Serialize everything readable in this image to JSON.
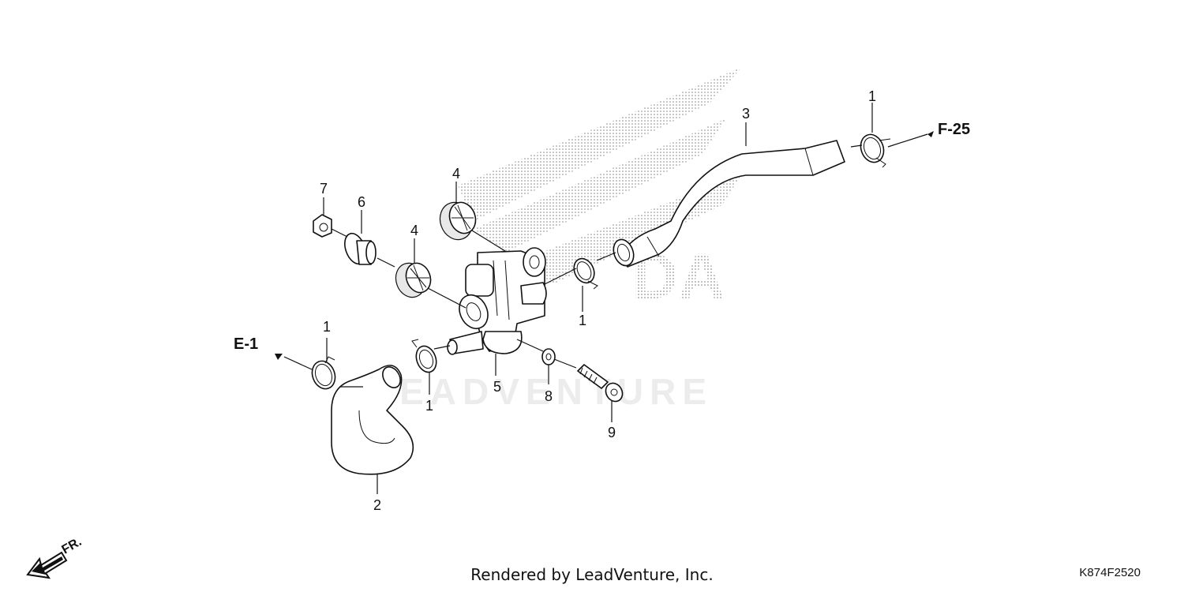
{
  "diagram": {
    "callouts": {
      "clamp_top_right": "1",
      "hose_upper": "3",
      "grommet_upper": "4",
      "grommet_lower": "4",
      "cap_nut": "7",
      "collar": "6",
      "clamp_middle": "1",
      "clamp_left": "1",
      "clamp_lower": "1",
      "valve": "5",
      "washer": "8",
      "bolt": "9",
      "hose_lower": "2"
    },
    "references": {
      "upper": "F-25",
      "lower": "E-1"
    },
    "direction_label": "FR.",
    "watermark_brand": "LEADVENTURE",
    "watermark_partial": "DA",
    "footer": "Rendered by LeadVenture, Inc.",
    "diagram_code": "K874F2520"
  },
  "icons": [
    "front-direction-arrow-icon",
    "reference-arrow-icon"
  ]
}
